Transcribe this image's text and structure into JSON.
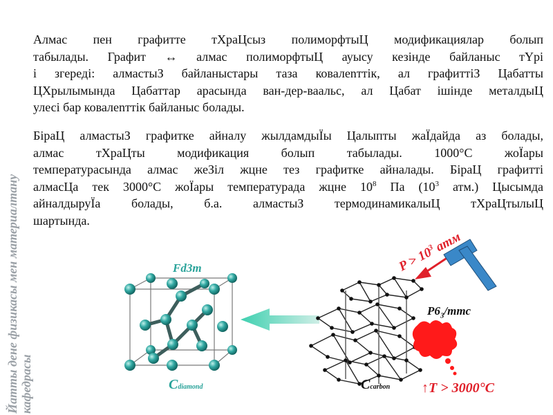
{
  "sidebar": {
    "line1": "Йатты дене физикасы мен материалтану",
    "line2": "кафедрасы"
  },
  "text": {
    "p1_l1": "Алмас пен графитте тХраЦсыз полиморфтыЦ модификациялар болып",
    "p1_l2": "табылады. Графит ↔ алмас полиморфтыЦ ауысу кезінде байланыс тҮрі",
    "p1_l3": "і згереді: алмастыЗ байланыстары таза ковалenттік, ал графиттіЗ Цабатты",
    "p1_l4": "ЦХрылымында Цабаттар арасында ван-дер-ваальс, ал Цабат ішінде металдыЦ",
    "p1_l5": "улесі бар ковалenттік байланыс болады.",
    "p2_l1": "БіраЦ алмастыЗ графитке айналу жылдамдыЇы Цалыпты жаЇдайда аз болады,",
    "p2_l2": "алмас тХраЦты модификация болып табылады. 1000°С жоЇары",
    "p2_l3": "температурасында алмас жеЗіл жцне тез графитке айналады. БіраЦ графитті",
    "p2_l4a": "алмасЦа тек 3000°С жоЇары температурада жцне 10",
    "p2_l4_exp1": "8",
    "p2_l4b": " Па (10",
    "p2_l4_exp2": "3",
    "p2_l4c": " атм.) Цысымда",
    "p2_l5": "айналдыруЇа болады, б.а. алмастыЗ термодинамикалыЦ тХраЦтылыЦ",
    "p2_l6": "шартында."
  },
  "labels": {
    "fd3m": "Fd3m",
    "c_letter": "C",
    "diamond_sub": "diamond",
    "carbon_sub": "carbon",
    "p63_a": "P6",
    "p63_sub": "3",
    "p63_b": "/mmc",
    "temp": "↑T > 3000°C",
    "press_a": "P > 10",
    "press_exp": "3",
    "press_b": " атм"
  },
  "colors": {
    "teal": "#2aa39a",
    "red": "#e0202a",
    "hammer": "#3a88c8"
  }
}
